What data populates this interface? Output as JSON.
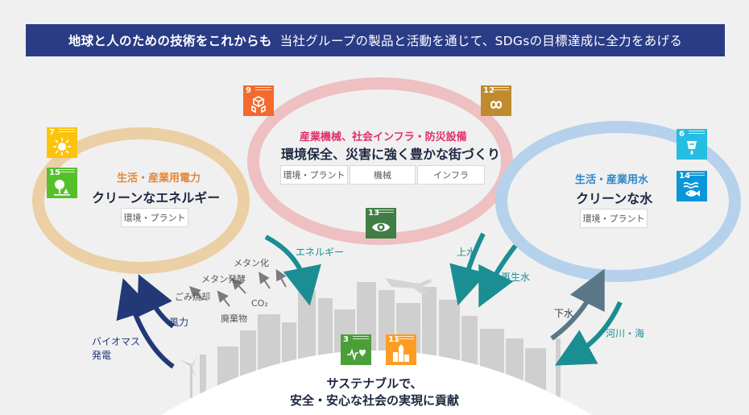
{
  "banner": {
    "strong": "地球と人のための技術をこれからも",
    "normal": "当社グループの製品と活動を通じて、SDGsの目標達成に全力をあげる"
  },
  "left": {
    "subtitle": "生活・産業用電力",
    "title": "クリーンなエネルギー",
    "tag": "環境・プラント",
    "color": "#e0883a"
  },
  "middle": {
    "subtitle": "産業機械、社会インフラ・防災設備",
    "title": "環境保全、災害に強く豊かな街づくり",
    "tags": [
      "環境・プラント",
      "機械",
      "インフラ"
    ],
    "color": "#e0306a"
  },
  "right": {
    "subtitle": "生活・産業用水",
    "title": "クリーンな水",
    "tag": "環境・プラント",
    "color": "#2f86c8"
  },
  "sdgs": [
    {
      "num": "9",
      "color": "#f26a2d",
      "icon": "cubes-icon"
    },
    {
      "num": "12",
      "color": "#bf8b2e",
      "icon": "infinity-icon"
    },
    {
      "num": "7",
      "color": "#fcc30b",
      "icon": "sun-icon"
    },
    {
      "num": "15",
      "color": "#56c02b",
      "icon": "tree-icon"
    },
    {
      "num": "13",
      "color": "#3f7e44",
      "icon": "eye-icon"
    },
    {
      "num": "6",
      "color": "#26bde2",
      "icon": "water-drop-icon"
    },
    {
      "num": "14",
      "color": "#0a97d9",
      "icon": "fish-icon"
    },
    {
      "num": "3",
      "color": "#4c9f38",
      "icon": "heartbeat-icon"
    },
    {
      "num": "11",
      "color": "#fd9d24",
      "icon": "city-icon"
    }
  ],
  "flow_labels": {
    "energy": "エネルギー",
    "clean_water": "上水",
    "recycled_water": "再生水",
    "sewage": "下水",
    "rivers_sea": "河川・海",
    "biomass": "バイオマス\n発電",
    "wind": "風力",
    "waste_incineration": "ごみ焼却",
    "methane_ferm": "メタン発酵",
    "methanation": "メタン化",
    "co2": "CO₂",
    "waste": "廃棄物"
  },
  "bottom": {
    "line1": "サステナブルで、",
    "line2": "安全・安心な社会の実現に貢献"
  }
}
